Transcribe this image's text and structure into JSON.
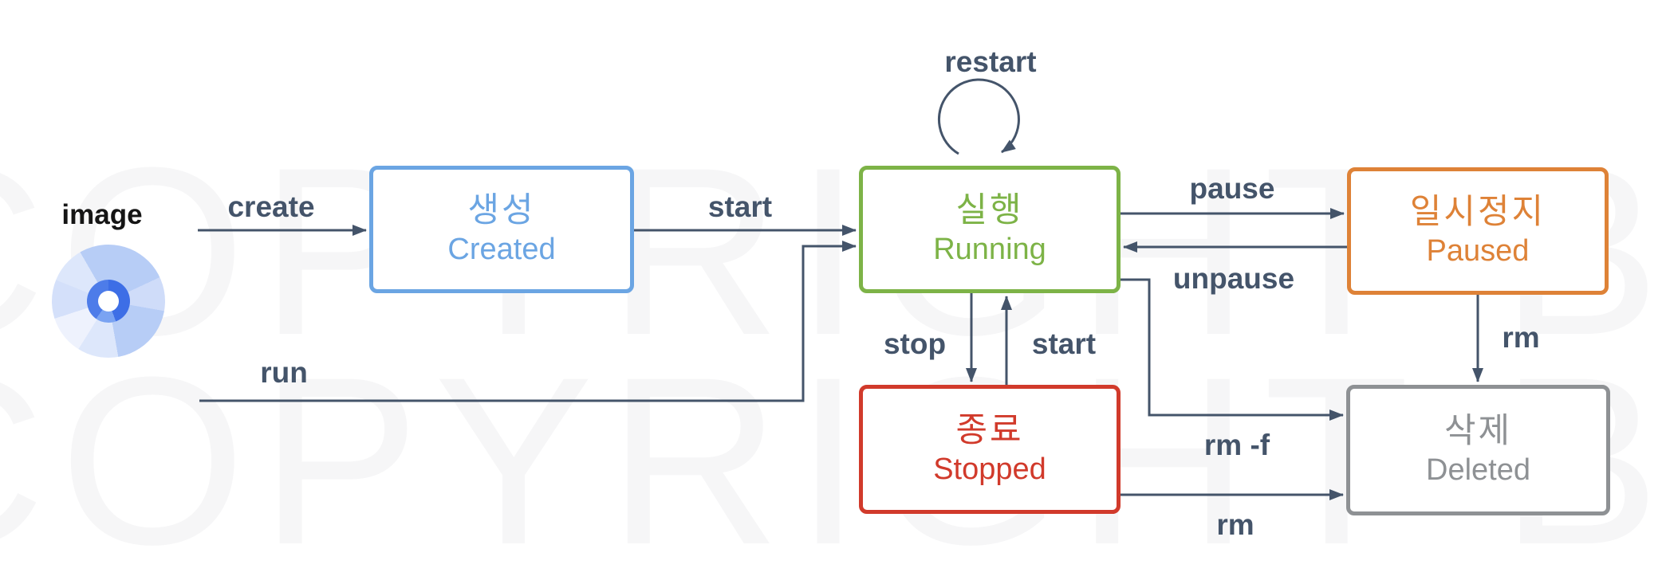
{
  "colors": {
    "arrow": "#44546A",
    "image_label": "#151515",
    "watermark": "#f6f6f7"
  },
  "image_source": {
    "label": "image"
  },
  "states": [
    {
      "id": "created",
      "ko": "생성",
      "en": "Created",
      "color": "#6BA5E3"
    },
    {
      "id": "running",
      "ko": "실행",
      "en": "Running",
      "color": "#7DB347"
    },
    {
      "id": "paused",
      "ko": "일시정지",
      "en": "Paused",
      "color": "#DE8237"
    },
    {
      "id": "stopped",
      "ko": "종료",
      "en": "Stopped",
      "color": "#D13A2B"
    },
    {
      "id": "deleted",
      "ko": "삭제",
      "en": "Deleted",
      "color": "#8E9194"
    }
  ],
  "labels": {
    "create": "create",
    "start_top": "start",
    "run": "run",
    "restart": "restart",
    "pause": "pause",
    "unpause": "unpause",
    "stop": "stop",
    "start_bottom": "start",
    "rm_force": "rm -f",
    "rm_stopped": "rm",
    "rm_paused": "rm"
  },
  "watermark_text": "COPYRIGHT BY DEVW"
}
